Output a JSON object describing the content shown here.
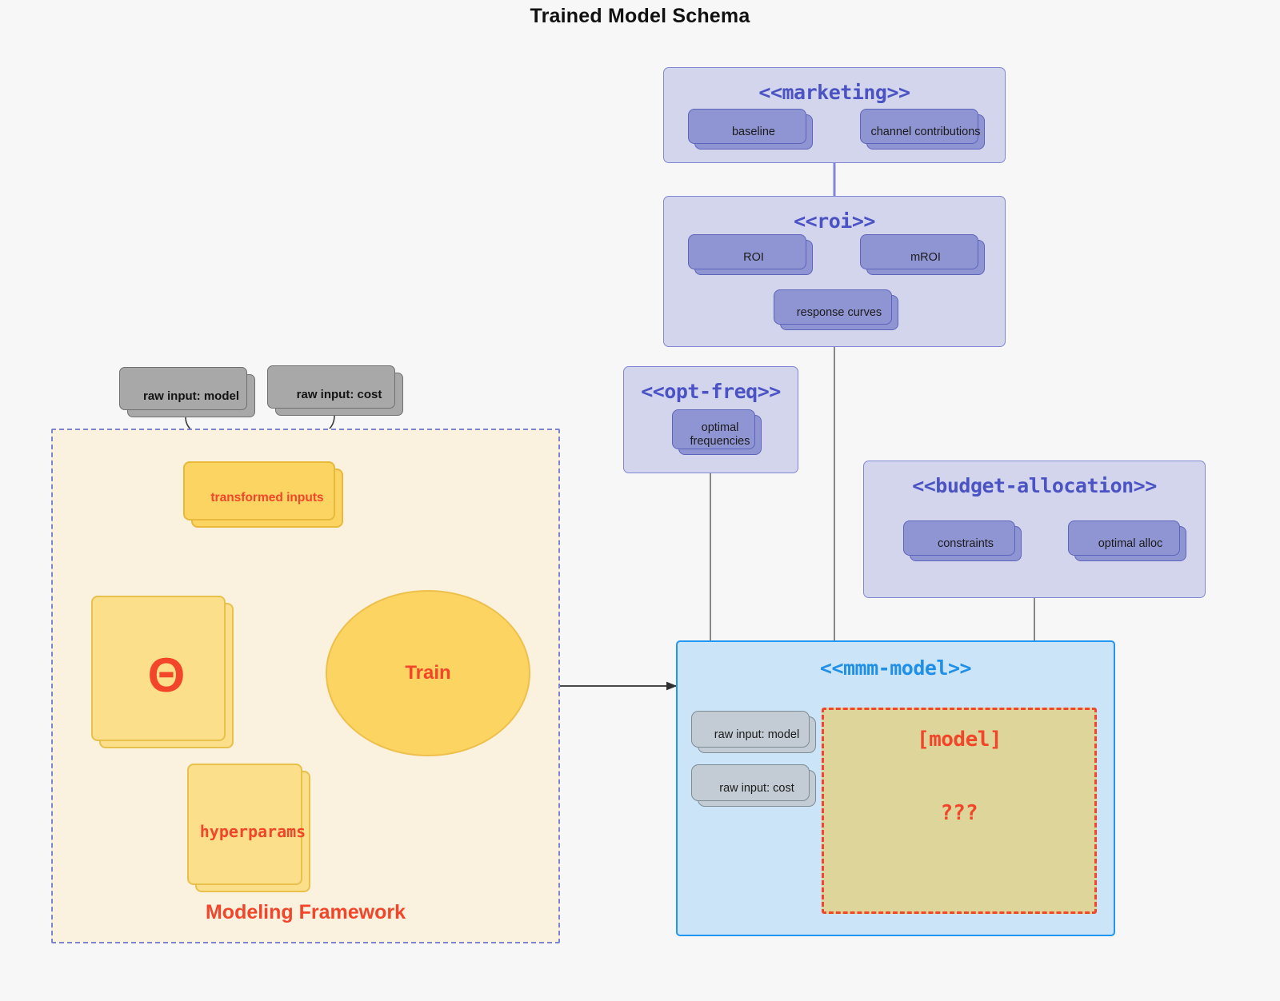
{
  "title": "Trained Model Schema",
  "colors": {
    "background": "#f7f7f7",
    "package_fill": "#d3d5ed",
    "package_border": "#8187d6",
    "package_title": "#4a52c4",
    "node_fill": "#8f95d3",
    "node_border": "#5c63bb",
    "mmm_fill": "#cce4f7",
    "mmm_border": "#2196f3",
    "mmm_title": "#1f8fe8",
    "model_fill": "#ddd59a",
    "accent_red": "#f2452a",
    "framework_fill": "#faf1df",
    "framework_border": "#7c85d0",
    "yellow_fill": "#fcd462",
    "yellow_border": "#e8b93a",
    "gray_fill": "#a8a8a8",
    "gray_node_fill": "#c3ccd4"
  },
  "packages": {
    "marketing": {
      "title": "<<marketing>>",
      "nodes": [
        {
          "label": "baseline"
        },
        {
          "label": "channel contributions"
        }
      ]
    },
    "roi": {
      "title": "<<roi>>",
      "nodes": [
        {
          "label": "ROI"
        },
        {
          "label": "mROI"
        },
        {
          "label": "response curves"
        }
      ]
    },
    "opt_freq": {
      "title": "<<opt-freq>>",
      "nodes": [
        {
          "label": "optimal frequencies"
        }
      ]
    },
    "budget_allocation": {
      "title": "<<budget-allocation>>",
      "nodes": [
        {
          "label": "constraints"
        },
        {
          "label": "optimal alloc"
        }
      ]
    }
  },
  "mmm_model": {
    "title": "<<mmm-model>>",
    "inputs": [
      {
        "label": "raw input: model"
      },
      {
        "label": "raw input: cost"
      }
    ],
    "model_box": {
      "label": "[model]",
      "unknown": "???"
    }
  },
  "framework": {
    "label": "Modeling Framework",
    "raw_inputs": [
      {
        "label": "raw input: model"
      },
      {
        "label": "raw input: cost"
      }
    ],
    "transformed_inputs": "transformed inputs",
    "theta": "Θ",
    "hyperparams": "hyperparams",
    "train": "Train"
  }
}
